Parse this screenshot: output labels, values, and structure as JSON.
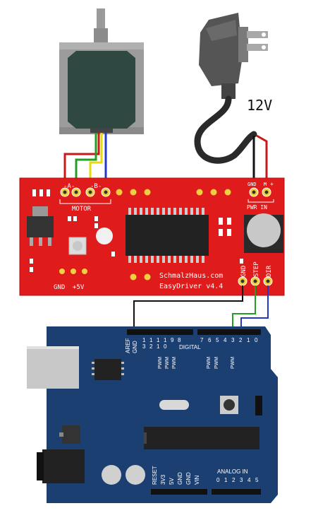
{
  "colors": {
    "driver_board": "#e01b1b",
    "arduino_board": "#1c3f72",
    "wire_red": "#c81818",
    "wire_green": "#20a020",
    "wire_yellow": "#e8d80c",
    "wire_blue": "#2438c8",
    "wire_black": "#111111"
  },
  "power": {
    "voltage_label": "12V"
  },
  "easydriver": {
    "motor_label": "MOTOR",
    "coil_a_label": "-A-",
    "coil_b_label": "-B-",
    "power_pin_gnd": "GND",
    "power_pin_plus": "+",
    "power_pin_m": "M",
    "pwr_in_label": "PWR  IN",
    "gnd_label": "GND",
    "plus5v_label": "+5V",
    "brand": "SchmalzHaus.com",
    "model": "EasyDriver v4.4",
    "pin_gnd": "GND",
    "pin_step": "STEP",
    "pin_dir": "DIR"
  },
  "arduino": {
    "aref": "AREF",
    "gnd": "GND",
    "digital_label": "DIGITAL",
    "digital_pins_high": [
      "1",
      "1",
      "1",
      "1",
      "9",
      "8"
    ],
    "digital_pins_high_2": [
      "3",
      "2",
      "1",
      "0"
    ],
    "digital_pins_low": [
      "7",
      "6",
      "5",
      "4",
      "3",
      "2",
      "1",
      "0"
    ],
    "pwm": "PWM",
    "reset": "RESET",
    "power_pins": [
      "3V3",
      "5V",
      "GND",
      "GND",
      "VIN"
    ],
    "analog_in_label": "ANALOG IN",
    "analog_pins": [
      "0",
      "1",
      "2",
      "3",
      "4",
      "5"
    ]
  }
}
